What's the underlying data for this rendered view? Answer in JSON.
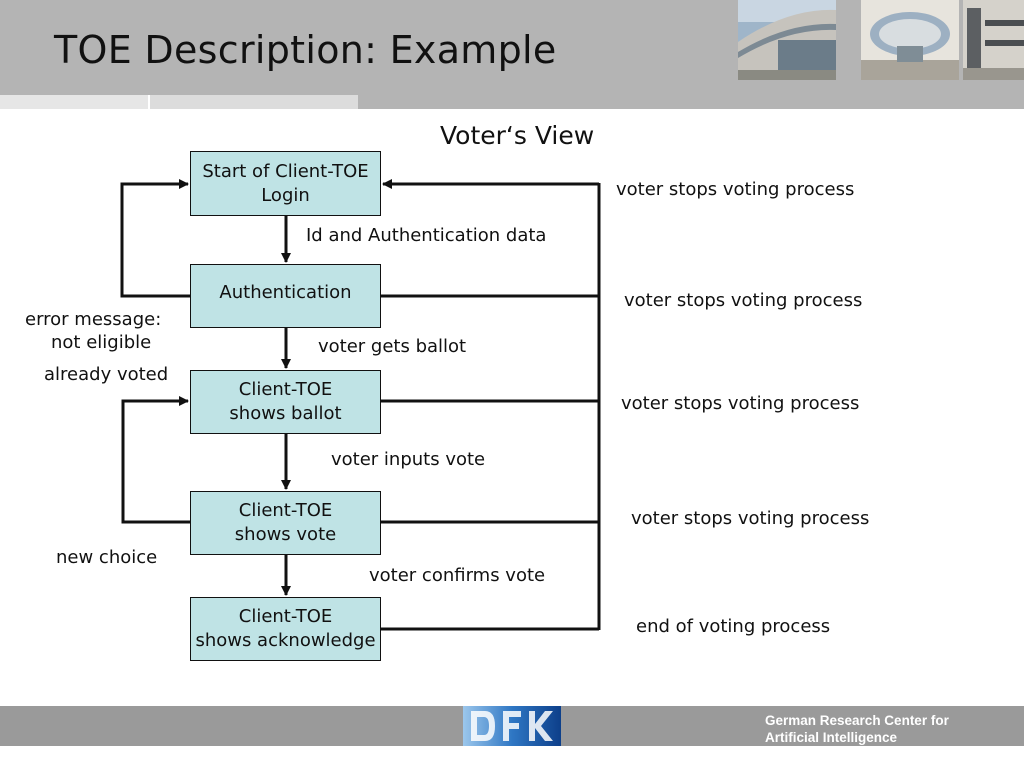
{
  "header": {
    "title": "TOE Description: Example"
  },
  "diagram": {
    "subtitle": "Voter‘s View",
    "boxes": [
      {
        "line1": "Start of Client-TOE",
        "line2": "Login"
      },
      {
        "line1": "Authentication",
        "line2": ""
      },
      {
        "line1": "Client-TOE",
        "line2": "shows ballot"
      },
      {
        "line1": "Client-TOE",
        "line2": "shows vote"
      },
      {
        "line1": "Client-TOE",
        "line2": "shows acknowledge"
      }
    ],
    "transitions": [
      "Id and Authentication data",
      "voter gets ballot",
      "voter inputs vote",
      "voter confirms vote"
    ],
    "right_labels": [
      "voter stops voting process",
      "voter stops voting process",
      "voter stops voting process",
      "voter stops voting process",
      "end of voting process"
    ],
    "error_message": {
      "line1": "error message:",
      "line2": "not eligible",
      "line3": "already voted"
    },
    "new_choice": "new choice"
  },
  "footer": {
    "org_line1": "German Research Center for",
    "org_line2": "Artificial Intelligence",
    "colors": {
      "logo_blue": "#2f77c4",
      "footer_gray": "#9a9a9a",
      "box_fill": "#bfe3e5"
    }
  }
}
